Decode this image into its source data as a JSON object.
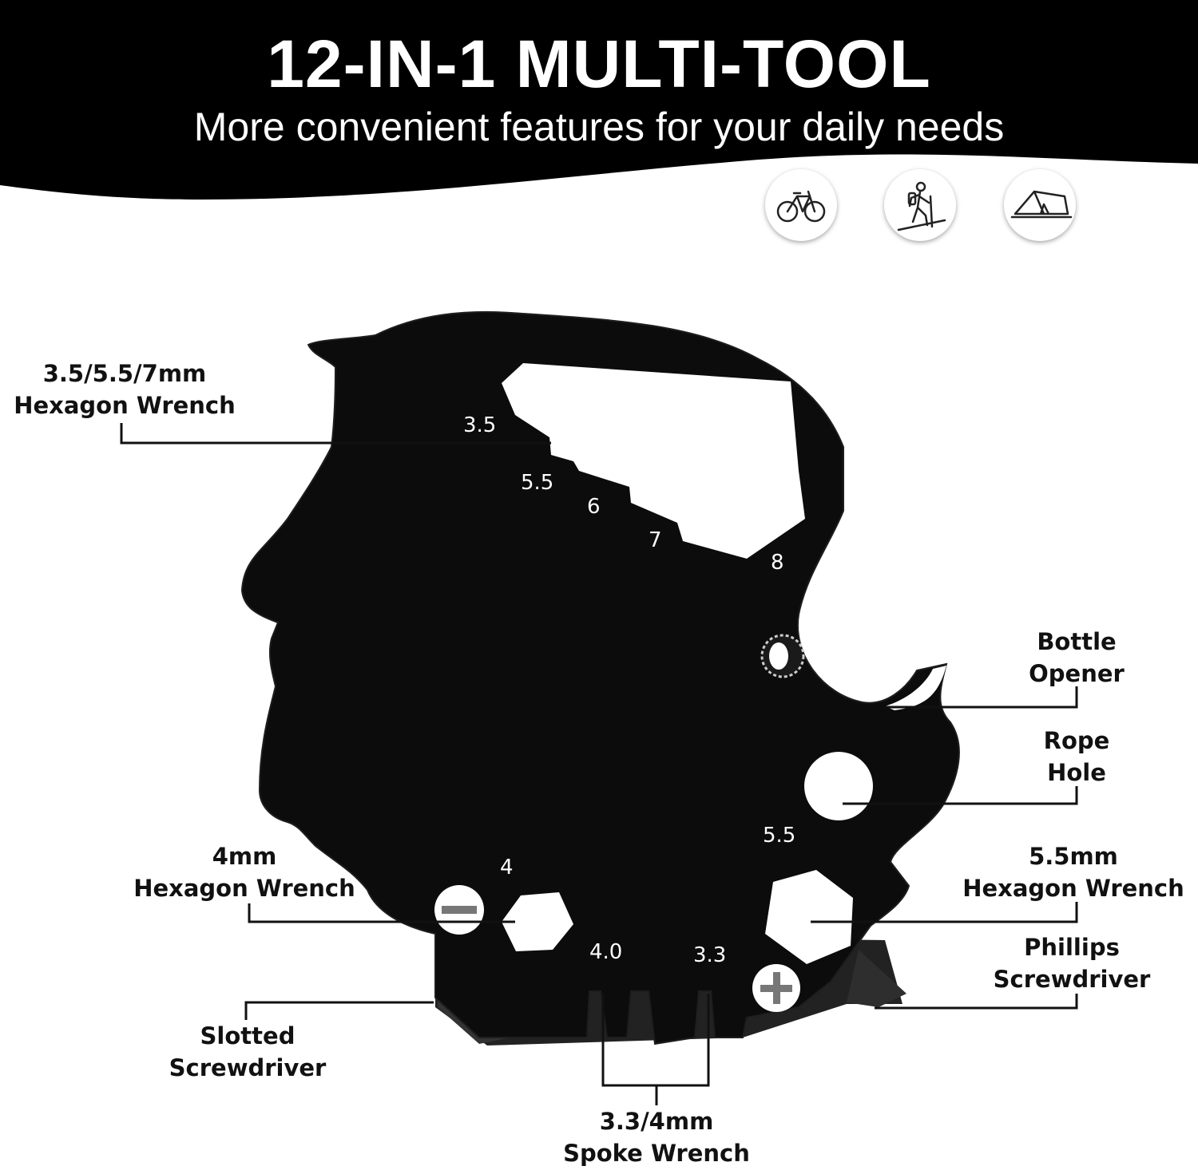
{
  "banner": {
    "title": "12-IN-1 MULTI-TOOL",
    "subtitle": "More convenient features for your daily needs",
    "icons": [
      "bicycle-icon",
      "hiker-icon",
      "tent-icon"
    ]
  },
  "engraving": {
    "size_3_5": "3.5",
    "size_5_5_top": "5.5",
    "size_6": "6",
    "size_7": "7",
    "size_8": "8",
    "size_5_5_side": "5.5",
    "size_4": "4",
    "size_4_0": "4.0",
    "size_3_3": "3.3"
  },
  "callouts": {
    "hex_top": {
      "line1": "3.5/5.5/7mm",
      "line2": "Hexagon Wrench"
    },
    "bottle": {
      "line1": "Bottle",
      "line2": "Opener"
    },
    "rope": {
      "line1": "Rope",
      "line2": "Hole"
    },
    "hex_4": {
      "line1": "4mm",
      "line2": "Hexagon Wrench"
    },
    "hex_55": {
      "line1": "5.5mm",
      "line2": "Hexagon Wrench"
    },
    "phillips": {
      "line1": "Phillips",
      "line2": "Screwdriver"
    },
    "slotted": {
      "line1": "Slotted",
      "line2": "Screwdriver"
    },
    "spoke": {
      "line1": "3.3/4mm",
      "line2": "Spoke Wrench"
    }
  },
  "colors": {
    "banner": "#000000",
    "tool": "#0c0c0c",
    "tool_edge": "#2a2a2a",
    "leader": "#111111"
  }
}
